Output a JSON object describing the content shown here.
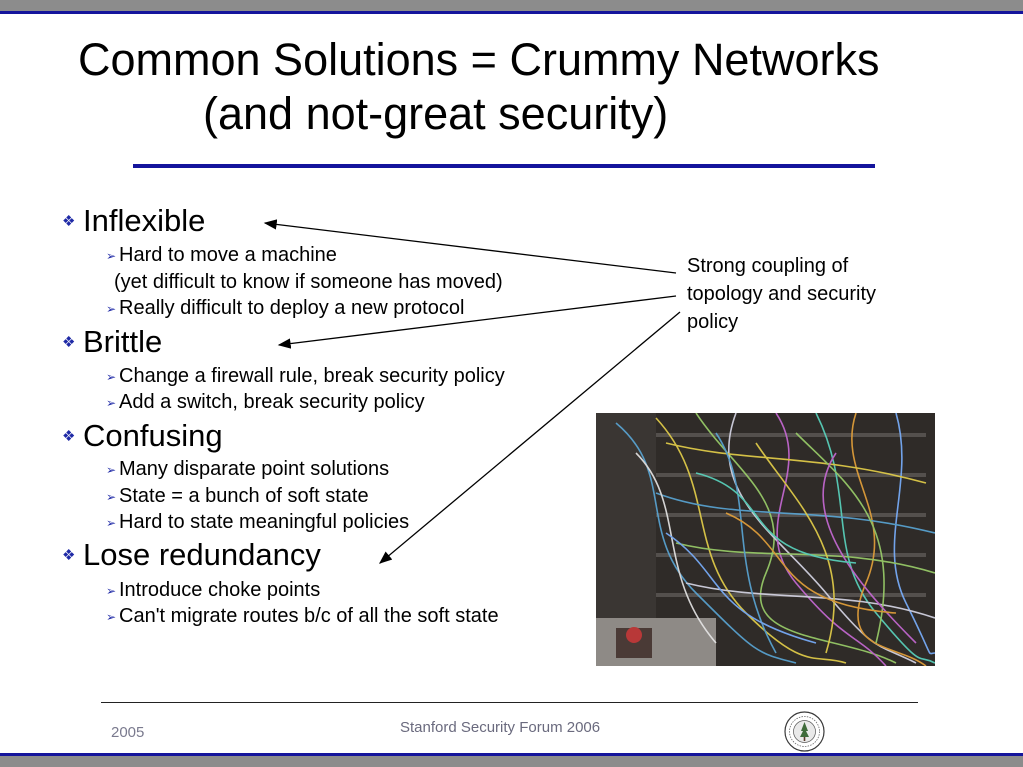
{
  "slide": {
    "title_line1": "Common Solutions = Crummy Networks",
    "title_line2": "(and not-great security)",
    "bullets": [
      {
        "label": "Inflexible",
        "subs": [
          "Hard to move a machine",
          "Really difficult to deploy a new protocol"
        ],
        "continuation": "(yet difficult to know if someone has moved)"
      },
      {
        "label": "Brittle",
        "subs": [
          "Change a firewall rule, break security policy",
          "Add a switch, break security policy"
        ]
      },
      {
        "label": "Confusing",
        "subs": [
          "Many disparate point solutions",
          "State = a bunch of soft state",
          "Hard to state meaningful policies"
        ]
      },
      {
        "label": "Lose redundancy",
        "subs": [
          "Introduce choke points",
          "Can't migrate routes b/c of all the soft state"
        ]
      }
    ],
    "callout": [
      "Strong coupling of",
      "topology and security",
      "policy"
    ],
    "bullet_marker": "❖",
    "sub_marker": "➢"
  },
  "footer": {
    "year": "2005",
    "center": "Stanford Security Forum 2006"
  },
  "icons": {
    "seal": "stanford-seal-icon",
    "photo": "tangled-network-cables-photo"
  },
  "colors": {
    "accent_blue": "#14149c",
    "marker_blue": "#1f2aa6",
    "frame_gray": "#8c8c8c"
  }
}
